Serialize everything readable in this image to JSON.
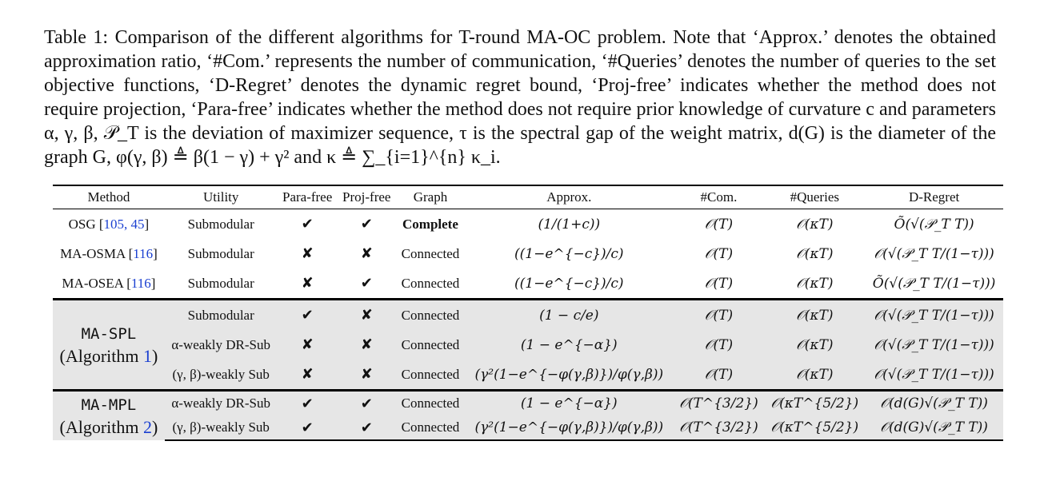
{
  "caption": {
    "label": "Table 1:",
    "text": "Comparison of the different algorithms for T-round MA-OC problem. Note that ‘Approx.’ denotes the obtained approximation ratio, ‘#Com.’ represents the number of communication, ‘#Queries’ denotes the number of queries to the set objective functions, ‘D-Regret’ denotes the dynamic regret bound, ‘Proj-free’ indicates whether the method does not require projection, ‘Para-free’ indicates whether the method does not require prior knowledge of curvature c and parameters α, γ, β, 𝒫_T is the deviation of maximizer sequence, τ is the spectral gap of the weight matrix, d(G) is the diameter of the graph G, φ(γ, β) ≜ β(1 − γ) + γ² and κ ≜ ∑_{i=1}^{n} κ_i."
  },
  "table": {
    "headers": [
      "Method",
      "Utility",
      "Para-free",
      "Proj-free",
      "Graph",
      "Approx.",
      "#Com.",
      "#Queries",
      "D-Regret"
    ],
    "rows": [
      {
        "method": "OSG",
        "cite": "105, 45",
        "utility": "Submodular",
        "para_free": "✔",
        "proj_free": "✔",
        "graph": "Complete",
        "approx": "(1/(1+c))",
        "com": "𝒪(T)",
        "queries": "𝒪(κT)",
        "dregret": "Õ(√(𝒫_T T))"
      },
      {
        "method": "MA-OSMA",
        "cite": "116",
        "utility": "Submodular",
        "para_free": "✘",
        "proj_free": "✘",
        "graph": "Connected",
        "approx": "((1−e^{−c})/c)",
        "com": "𝒪(T)",
        "queries": "𝒪(κT)",
        "dregret": "𝒪(√(𝒫_T T/(1−τ)))"
      },
      {
        "method": "MA-OSEA",
        "cite": "116",
        "utility": "Submodular",
        "para_free": "✘",
        "proj_free": "✔",
        "graph": "Connected",
        "approx": "((1−e^{−c})/c)",
        "com": "𝒪(T)",
        "queries": "𝒪(κT)",
        "dregret": "Õ(√(𝒫_T T/(1−τ)))"
      },
      {
        "method": "MA-SPL",
        "algo_label": "(Algorithm",
        "algo_num": "1",
        "utility": "Submodular",
        "para_free": "✔",
        "proj_free": "✘",
        "graph": "Connected",
        "approx": "(1 − c/e)",
        "com": "𝒪(T)",
        "queries": "𝒪(κT)",
        "dregret": "𝒪(√(𝒫_T T/(1−τ)))"
      },
      {
        "utility": "α-weakly DR-Sub",
        "para_free": "✘",
        "proj_free": "✘",
        "graph": "Connected",
        "approx": "(1 − e^{−α})",
        "com": "𝒪(T)",
        "queries": "𝒪(κT)",
        "dregret": "𝒪(√(𝒫_T T/(1−τ)))"
      },
      {
        "utility": "(γ, β)-weakly Sub",
        "para_free": "✘",
        "proj_free": "✘",
        "graph": "Connected",
        "approx": "(γ²(1−e^{−φ(γ,β)})/φ(γ,β))",
        "com": "𝒪(T)",
        "queries": "𝒪(κT)",
        "dregret": "𝒪(√(𝒫_T T/(1−τ)))"
      },
      {
        "method": "MA-MPL",
        "algo_label": "(Algorithm",
        "algo_num": "2",
        "utility": "α-weakly DR-Sub",
        "para_free": "✔",
        "proj_free": "✔",
        "graph": "Connected",
        "approx": "(1 − e^{−α})",
        "com": "𝒪(T^{3/2})",
        "queries": "𝒪(κT^{5/2})",
        "dregret": "𝒪(d(G)√(𝒫_T T))"
      },
      {
        "utility": "(γ, β)-weakly Sub",
        "para_free": "✔",
        "proj_free": "✔",
        "graph": "Connected",
        "approx": "(γ²(1−e^{−φ(γ,β)})/φ(γ,β))",
        "com": "𝒪(T^{3/2})",
        "queries": "𝒪(κT^{5/2})",
        "dregret": "𝒪(d(G)√(𝒫_T T))"
      }
    ]
  }
}
